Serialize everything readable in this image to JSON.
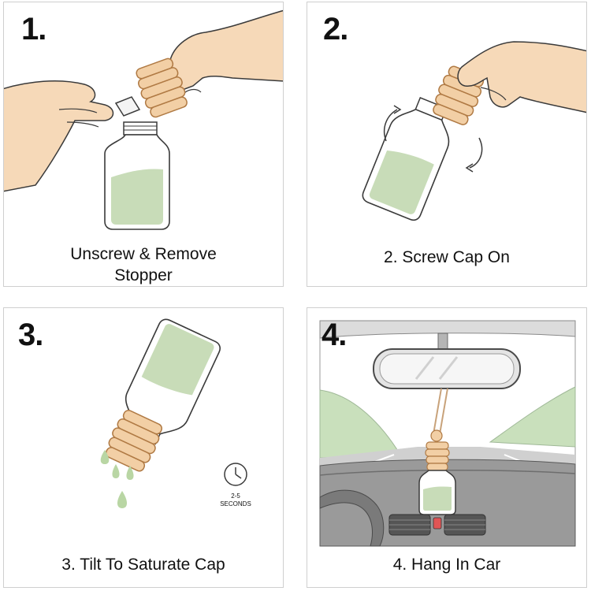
{
  "steps": [
    {
      "number": "1.",
      "caption_lines": [
        "Unscrew & Remove",
        "Stopper"
      ]
    },
    {
      "number": "2.",
      "caption_lines": [
        "2. Screw Cap On"
      ]
    },
    {
      "number": "3.",
      "caption_lines": [
        "3. Tilt To Saturate Cap"
      ],
      "timer": {
        "value": "2-5",
        "unit": "SECONDS"
      }
    },
    {
      "number": "4.",
      "caption_lines": [
        "4. Hang In Car"
      ]
    }
  ],
  "colors": {
    "liquid": "#c8dcb8",
    "wood": "#f2cfa5",
    "wood_stroke": "#b07a44",
    "skin": "#f6d9b8",
    "outline": "#3a3a3a",
    "hills": "#c9e0bc",
    "sky": "#ffffff",
    "road": "#bdbdbd",
    "dashboard": "#8e8e8e"
  },
  "icons": [
    "hand-icon",
    "bottle-icon",
    "cap-icon",
    "stopper-icon",
    "rotate-arrow-icon",
    "drop-icon",
    "clock-icon",
    "rearview-mirror-icon",
    "steering-wheel-icon",
    "air-vent-icon"
  ]
}
